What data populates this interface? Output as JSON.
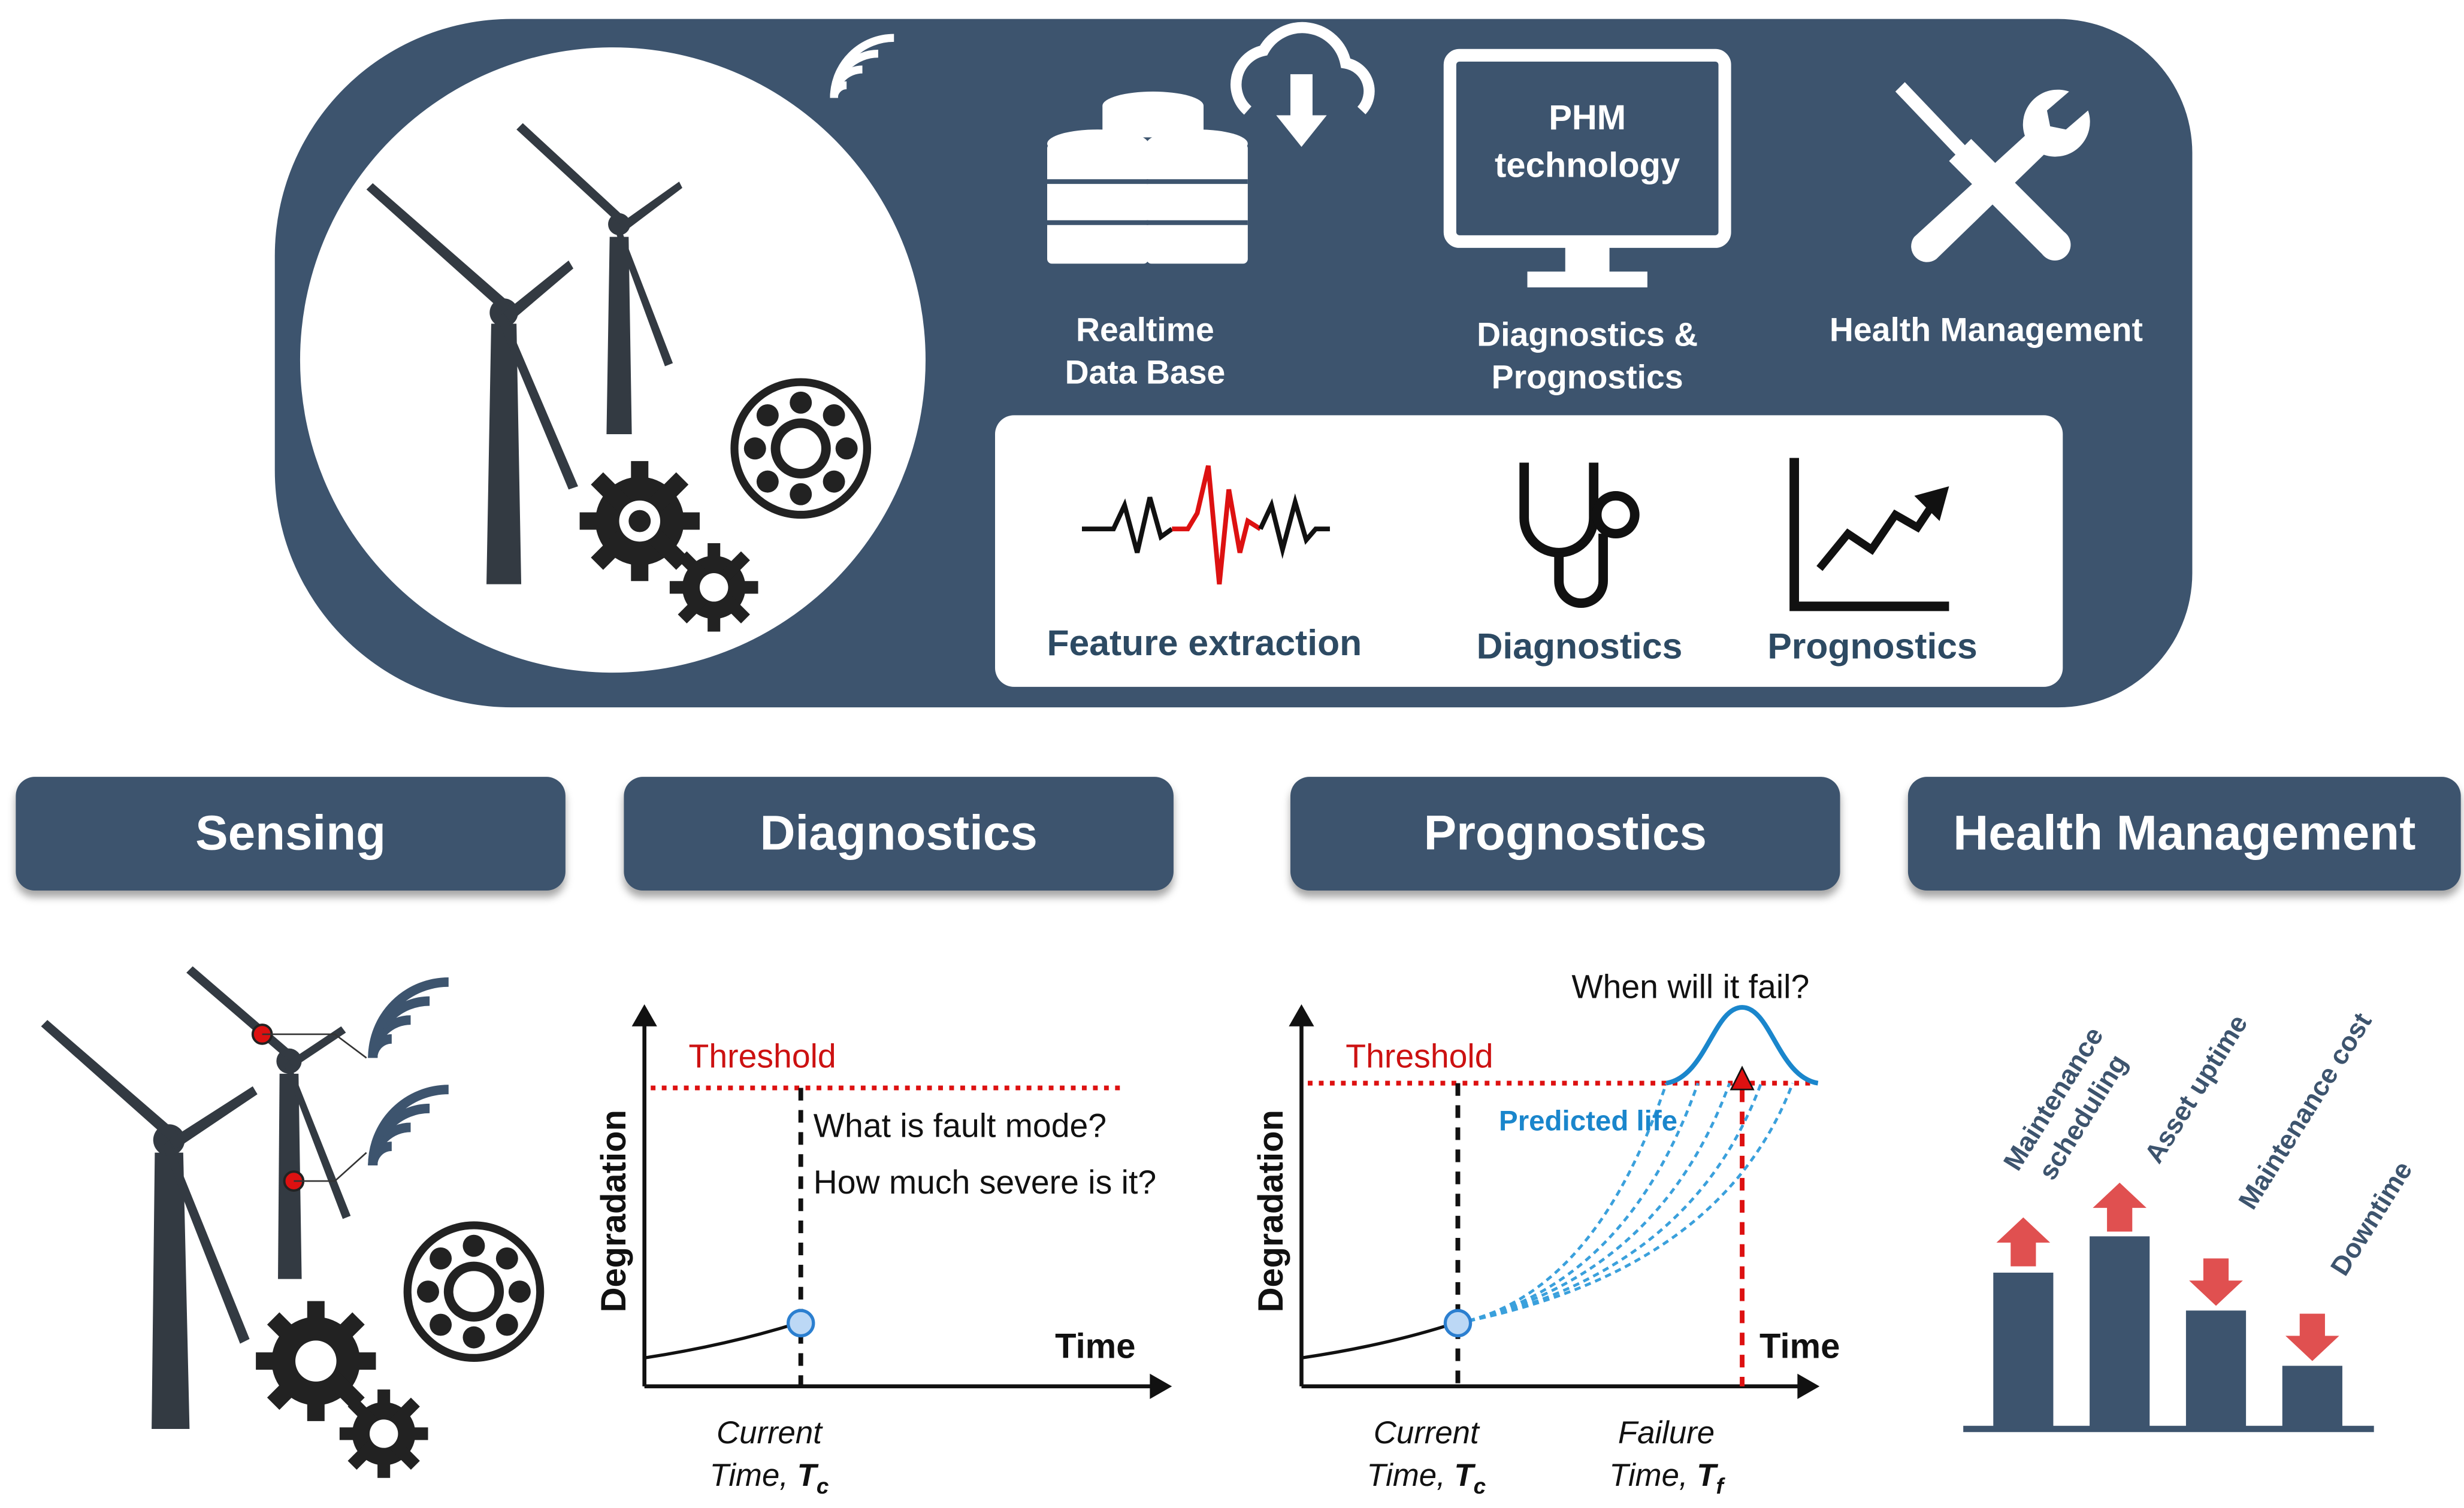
{
  "header": {
    "database_label_1": "Realtime",
    "database_label_2": "Data Base",
    "monitor_screen_1": "PHM",
    "monitor_screen_2": "technology",
    "monitor_label_1": "Diagnostics &",
    "monitor_label_2": "Prognostics",
    "tools_label": "Health Management"
  },
  "inner_panel": {
    "feature_label": "Feature extraction",
    "diag_label": "Diagnostics",
    "prog_label": "Prognostics"
  },
  "stages": {
    "sensing": "Sensing",
    "diagnostics": "Diagnostics",
    "prognostics": "Prognostics",
    "health": "Health Management"
  },
  "diag_plot": {
    "threshold": "Threshold",
    "question_1": "What is fault mode?",
    "question_2": "How much severe is it?",
    "ylabel": "Degradation",
    "xlabel": "Time",
    "current_1": "Current",
    "current_2": "Time,",
    "current_sym": "T",
    "current_sub": "c"
  },
  "prog_plot": {
    "question": "When will it fail?",
    "threshold": "Threshold",
    "predicted": "Predicted life",
    "ylabel": "Degradation",
    "xlabel": "Time",
    "current_1": "Current",
    "current_2": "Time,",
    "current_sym": "T",
    "current_sub": "c",
    "failure_1": "Failure",
    "failure_2": "Time,",
    "failure_sym": "T",
    "failure_sub": "f"
  },
  "health_bars": {
    "items": [
      {
        "label_1": "Maintenance",
        "label_2": "scheduling",
        "direction": "up"
      },
      {
        "label_1": "Asset uptime",
        "label_2": "",
        "direction": "up"
      },
      {
        "label_1": "Maintenance cost",
        "label_2": "",
        "direction": "down"
      },
      {
        "label_1": "Downtime",
        "label_2": "",
        "direction": "down"
      }
    ]
  },
  "colors": {
    "panel": "#3d546e",
    "accent_red": "#cc1111",
    "prediction_blue": "#1a86cc",
    "inner_text": "#2d4a63"
  }
}
